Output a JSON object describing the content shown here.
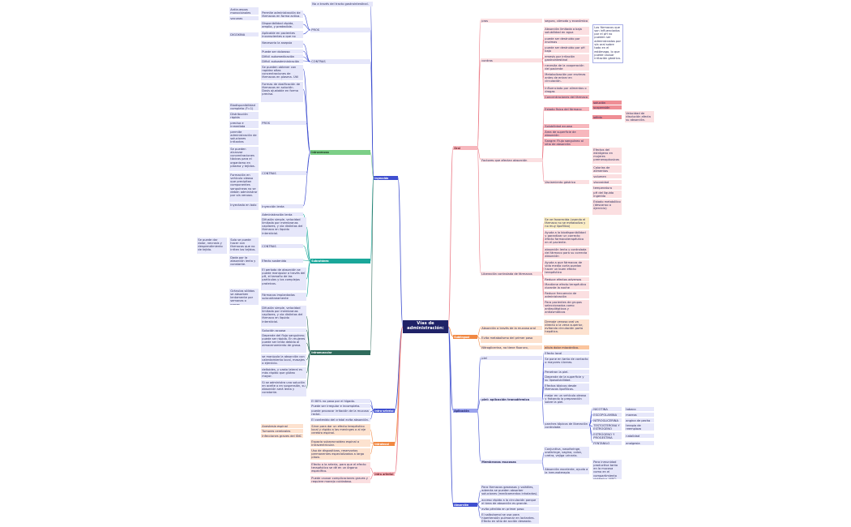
{
  "center": "Vías de administración:",
  "colors": {
    "blue": "#3f4fd0",
    "teal": "#1aa79a",
    "green": "#7ccf87",
    "dark": "#2f6b5c",
    "pink": "#ec7a86",
    "orange": "#f18842",
    "red": "#e34b58"
  },
  "left": {
    "parenteral": "Inyección parenteral",
    "intravenosa": "Intravenosa",
    "subcutanea": "Subcutánea",
    "intramuscular": "Intramuscular",
    "pros": "PROS",
    "contras": "CONTRAS",
    "top_note": "No a través del tracto gastrointestinal.",
    "p1": "Permite administración de fármacos en forma activa.",
    "p1a": "Anticuerpos monoclonales",
    "p1b": "vacunas",
    "p2": "Disponibilidad rápida, amplia, y predecible.",
    "p3": "Aplicable en pacientes inconscientes o que no cooperan.",
    "p3a": "DIGOXINA",
    "c1": "Necesaria la asepsia",
    "c2": "Puede ser doloroso",
    "c3": "Difícil automedicación",
    "c4": "Dificil autoadministración",
    "iv1": "Se pueden obtener con rapidez altas concentraciones de fármacos en plasma. Útil en emergencias.",
    "iv2": "Formas de dosificación de fármacos en solución. Dosis ajustable en forma precisa.",
    "iv3": "Biodisponibilidad completa (F=1)",
    "iv4": "Distribución rápida",
    "iv5": "precisa e inmediata",
    "iv6": "permite administración de soluciones irritantes",
    "iv7": "Se pueden alcanzar concentraciones tóxicas para el organismo en plasma y tejidos.",
    "iv8": "Formación en vehículo oleoso que precipitan componentes sanguíneos no se deben administrar por vía venosa.",
    "iv9": "Inyectada en bolo",
    "iv10": "Inyección lenta",
    "sc1": "Administración lenta",
    "sc2": "Difusión simple, velocidad limitada por membranas capilares, y vía distintas del fármaco en líquido intersticial.",
    "sc3": "Solo se puede hacer con fármacos que no irriten los tejidos.",
    "sc3a": "Se puede dar dolor, necrosis y desprendimiento de tejido.",
    "sc4": "Dada por la absorción lenta y constante.",
    "sc5": "Efecto sostenido",
    "sc6": "El período de absorción se puede manipular a través del pH, el tamaño de las partículas y los complejos proteicos.",
    "sc7": "Fármacos implantados subcutáneamente",
    "sc7a": "Gránulos sólidos se absorben lentamente por semanas o meses.",
    "im1": "Difusión simple, velocidad limitada por membranas capilares, y vía distintas del fármaco en líquido intersticial.",
    "im2": "Solución acuosa",
    "im3": "Depende del flujo sanguíneo; puede ser rápida. En mujeres puede ser lenta debido al almacenamiento de grasa.",
    "im4": "se manipula la absorción con calentamiento local, masajes o ejercicio.",
    "im5": "deltoides, y vasto lateral es más rápido que glúteo mayor.",
    "im6": "Si se administra una solución en aceite o en suspensión, su absorción será lenta y constante."
  },
  "left_bottom": {
    "intraarterial": "Intra-arterial",
    "intratecal": "Intratecal",
    "intraarterial2": "Intra arterial",
    "ia1": "El 80% no pasa por el hígado.",
    "ia2": "Puede ser irregular e incompleta.",
    "ia3": "puede provocar irritación de la mucosa rectal.",
    "ia4": "El contenido del cristal evita absorción.",
    "it1": "Anestesia espinal",
    "it2": "Tumores cerebrales",
    "it3": "Infecciones graves del SNC",
    "it4": "Sirve para dar un efecto terapéutico local y rápido a las meninges o al eje cerebro espinal.",
    "it5": "Espacio subaracnoideo espinal o intraventricular.",
    "it6": "Uso de dispositivos, reservorios permanentes especializados a largo plazo.",
    "ar1": "Efecto a la arteria, para que el efecto terapéutico se dé en un órgano específico.",
    "ar2": "Puede causar complicaciones graves y requiere manejo cuidadoso."
  },
  "right": {
    "oral": "Oral",
    "sublingual": "Sublingual",
    "topica": "Aplicación tópica",
    "inhalada": "Absorción pulmonar",
    "pros": "pros",
    "contras": "contras",
    "pros1": "seguro, cómodo y económico",
    "c1": "Absorción limitada a baja solubilidad en agua",
    "c2": "puede ser destruido por enzimas",
    "c3": "puede ser destruido por pH bajo",
    "c4": "emesis por irritación gastrointestinal",
    "c5": "necesita de la cooperación del paciente",
    "c6": "Metabolización por enzimas antes de entrar en circulación.",
    "c7": "Influenciado por alimentos o drogas",
    "c8": "Concentraciones del fármaco",
    "note1": "Los fármacos que son influenciados por el pH no pueden ser administrados por vía oral sobre todo en el estómago, lo que puede causar irritación gástrica.",
    "factores": "Factores que afectan absorción",
    "fisico": "Estado físico del fármaco",
    "solucion": "solución",
    "suspension": "suspensión",
    "solido": "sólido",
    "velocidad": "Velocidad de disolución afecta su absorción.",
    "f1": "Solubilidad acuosa",
    "f2": "Área de superficie de absorción",
    "f3": "Sangre: Flujo sanguíneo al sitio de absorción",
    "vaciamiento": "Vaciamiento gástrico",
    "v1": "Efectos del estrógeno en mujeres premenopáusicas",
    "v2": "Calorías de alimentos",
    "v3": "volumen",
    "v4": "viscosidad",
    "v5": "temperatura",
    "v6": "pH del líquido ingerido",
    "v7": "Estado metabólico (descanso o ejercicio)",
    "liberacion": "Liberación controlada de fármacos",
    "l1": "Se ve favorecida (usando el fármaco no se metaboliza y no muy lipofílico)",
    "l2": "Ayuda a la biodisponibilidad y garantizar un correcto efecto farmacoterapéutico en el paciente.",
    "l3": "absorción lenta y controlada del fármaco para su correcta absorción",
    "l4": "Ayuda a que fármacos de vida media corta puedan hacer un buen efecto terapéutico",
    "l5": "Reduce efectos adversos",
    "l6": "Mantiene efecto terapéutico durante la noche",
    "l7": "Reduce frecuencia de administración",
    "l8": "Para pacientes de grupos seleccionados como antiepilépticos y antiasmáticos",
    "sl1": "Absorción a través de la mucosa oral",
    "sl1a": "Drenaje venoso oral va directo a la vena superior, evitando circulación porta hepática.",
    "sl2": "Evita metabolismo del primer paso",
    "sl3": "Nitroglicerina, no tiene fluoruro, lipofílica.",
    "sl3a": "alivia dolor miocárdico.",
    "piel": "piel",
    "piel_label": "piel: aplicación transdérmica",
    "p1": "Efecto local",
    "p2": "Se pone en tanto de contacto o mayores úlceras.",
    "p3": "Penetran la piel.",
    "p4": "Depende de la superficie y su liposolubilidad.",
    "p5": "Efectos tóxicos desde fármacos lipofílicos.",
    "p6": "mejor en un vehículo oleoso y frotando la preparación sobre la piel.",
    "parches": "parches tópicos de liberación controlada",
    "nicotina": "NICOTINA",
    "tabaco": "tabaco",
    "escopolamina": "ESCOPOLAMINA",
    "mareos": "mareos",
    "nitro": "NITROGLICERINA",
    "angina": "angina de pecho",
    "testo": "TESTOSTERONA Y ESTRÓGENO",
    "terapia": "terapia de reemplazo",
    "estro": "ESTRÓGENO Y PROGESTINA",
    "natalidad": "natalidad",
    "fentanilo": "FENTANILO",
    "analgesia": "analgesia",
    "membranas": "Membranas mucosas",
    "m1": "Conjuntiva, nasofaringe, orofaringe, vagina, colon, uretra, vejiga urinaria.",
    "m2": "Absorción excelente, ayuda a la inmunoterapia",
    "m2a": "Para inmunidad productiva tanto en la mucosa como en el compartimiento sistémico (ARC).",
    "pu1": "Para fármacos gaseosos y volátiles, además se pueden absorber soluciones (medicamentos inhalados).",
    "pu2": "acceso rápido a la circulación porque el área de absorción es grande.",
    "pu3": "evita pérdida en primer paso hepático.",
    "pu4": "El salbutamol se usa para hipertensión pulmonar en lactantes. Efecto en sitio de acción deseado."
  }
}
